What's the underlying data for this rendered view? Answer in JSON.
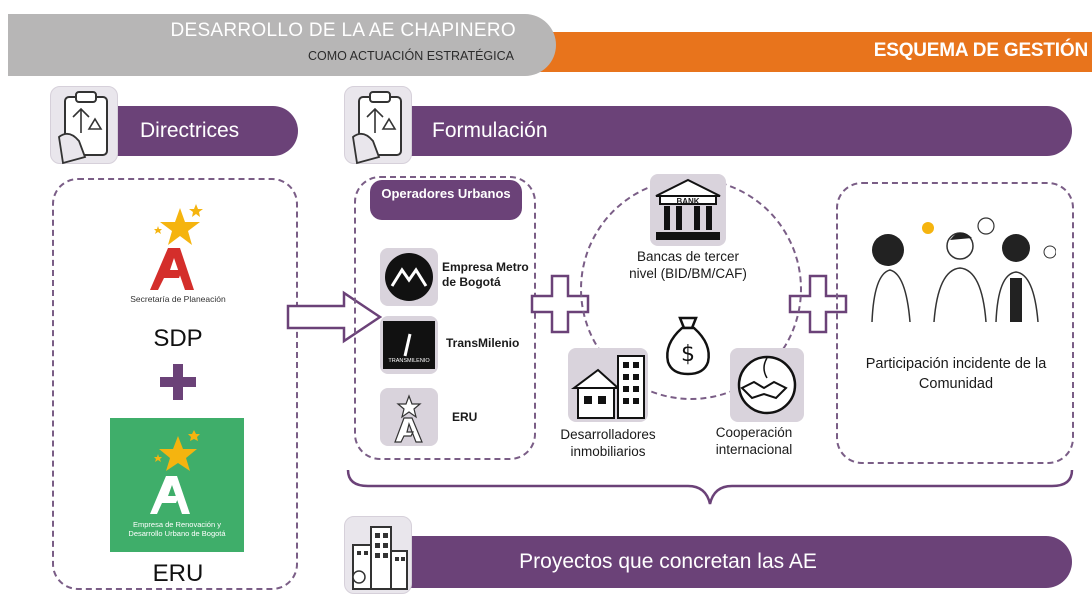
{
  "header": {
    "title": "DESARROLLO DE LA AE CHAPINERO",
    "subtitle": "COMO ACTUACIÓN ESTRATÉGICA",
    "right_title": "ESQUEMA DE GESTIÓN"
  },
  "directrices": {
    "title": "Directrices",
    "sdp_logo_text": "Secretaría de Planeación",
    "sdp_label": "SDP",
    "plus": "+",
    "eru_logo_text": "Empresa de Renovación y Desarrollo Urbano de Bogotá",
    "eru_label": "ERU"
  },
  "formulacion": {
    "title": "Formulación",
    "operadores": {
      "title": "Operadores Urbanos",
      "items": [
        {
          "label": "Empresa Metro de Bogotá",
          "icon": "metro-icon"
        },
        {
          "label": "TransMilenio",
          "icon": "transmilenio-icon",
          "logo_text": "TRANSMILENIO"
        },
        {
          "label": "ERU",
          "icon": "eru-icon"
        }
      ]
    },
    "financiacion": {
      "bank_label": "Bancas de tercer nivel (BID/BM/CAF)",
      "bank_icon_text": "BANK",
      "money_icon": "money-bag-icon",
      "developers_label": "Desarrolladores inmobiliarios",
      "cooperation_label": "Cooperación internacional"
    },
    "comunidad": {
      "label": "Participación incidente de la Comunidad"
    }
  },
  "proyectos": {
    "title": "Proyectos que concretan las AE"
  },
  "colors": {
    "purple": "#6b4278",
    "orange": "#e8741c",
    "gray": "#b7b6b6",
    "green": "#3fae6a",
    "red": "#d42e2b",
    "star": "#f5b40f"
  }
}
